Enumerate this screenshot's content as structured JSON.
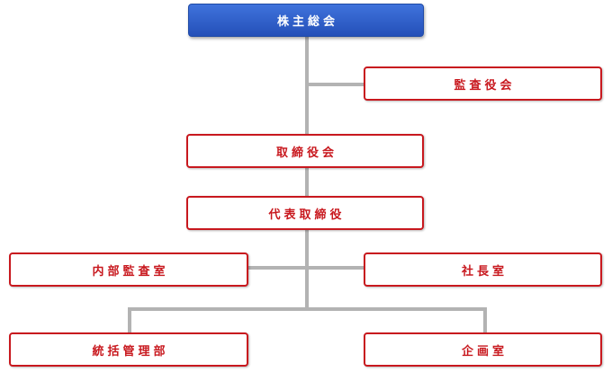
{
  "org_chart": {
    "top": {
      "label": "株主総会"
    },
    "audit_board": {
      "label": "監査役会"
    },
    "board": {
      "label": "取締役会"
    },
    "ceo": {
      "label": "代表取締役"
    },
    "internal_audit": {
      "label": "内部監査室"
    },
    "president_office": {
      "label": "社長室"
    },
    "general_admin": {
      "label": "統括管理部"
    },
    "planning": {
      "label": "企画室"
    }
  },
  "colors": {
    "top_fill": "#2f5fcc",
    "box_border": "#c8181e",
    "box_text": "#c8181e",
    "connector": "#b3b3b3"
  }
}
